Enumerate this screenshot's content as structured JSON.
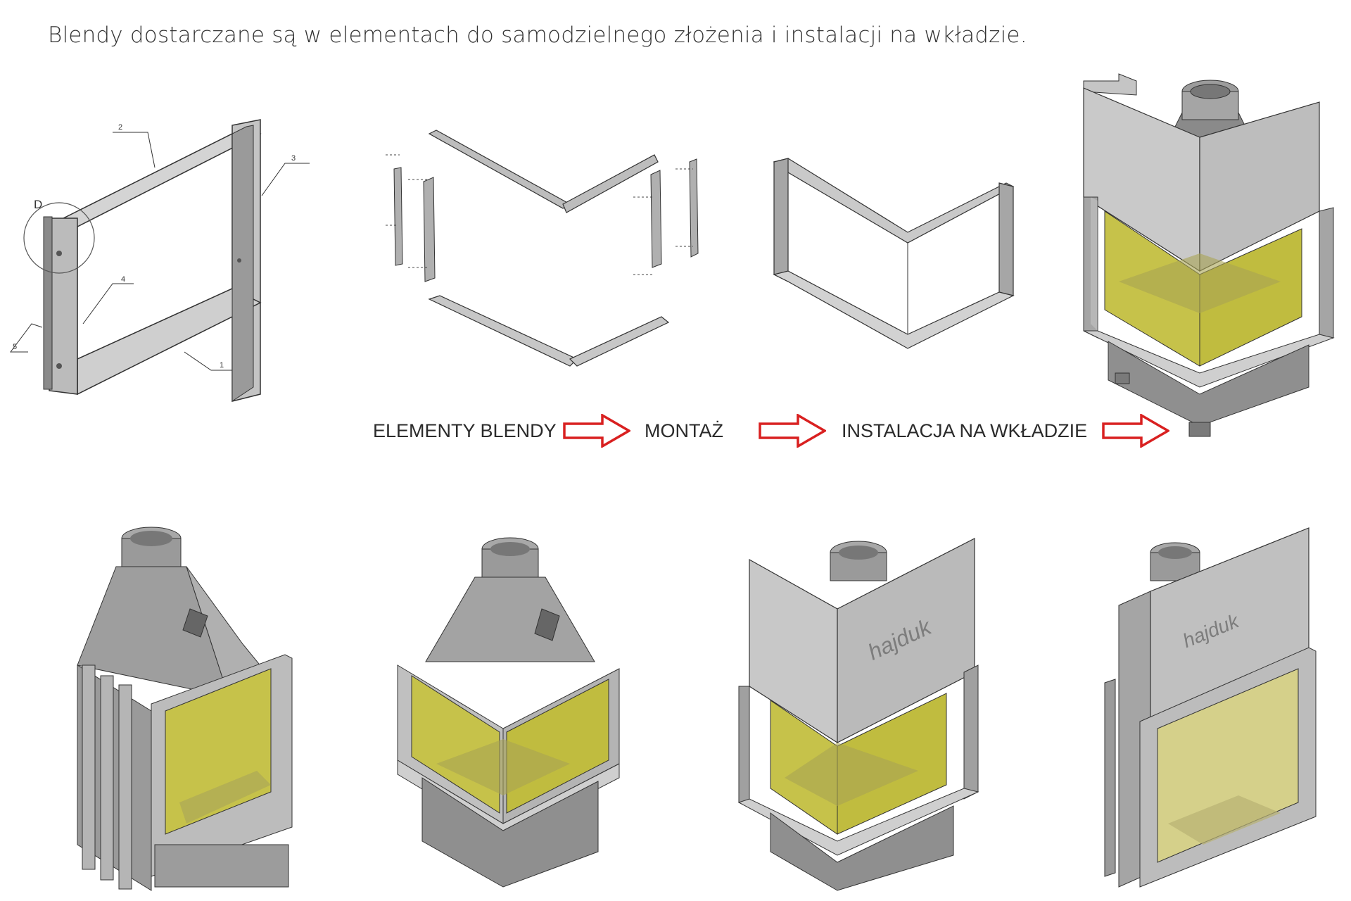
{
  "headline": "Blendy dostarczane są w elementach do samodzielnego złożenia i instalacji na wkładzie.",
  "callouts": {
    "detail_letter": "D",
    "n1": "1",
    "n2": "2",
    "n3": "3",
    "n4": "4",
    "n5": "5"
  },
  "flow": {
    "step1": "ELEMENTY BLENDY",
    "step2": "MONTAŻ",
    "step3": "INSTALACJA NA WKŁADZIE"
  },
  "brand": {
    "text": "hajduk"
  },
  "colors": {
    "glass": "#c6c24a",
    "steel": "#b4b4b4",
    "arrow": "#d92020"
  }
}
